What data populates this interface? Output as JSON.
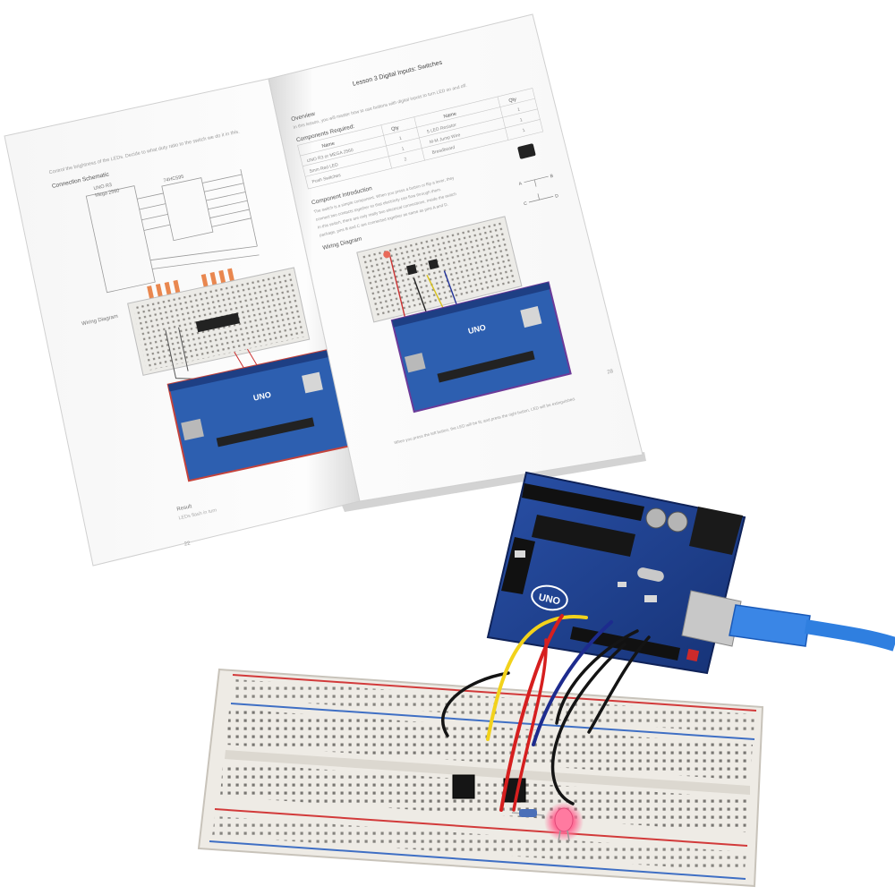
{
  "book": {
    "right_page": {
      "lesson_title": "Lesson 3   Digital Inputs: Switches",
      "overview_heading": "Overview",
      "overview_text": "In this lesson, you will master how to use buttons with digital inputs to turn LED on and off.",
      "components_heading": "Components Required:",
      "table": {
        "headers": [
          "Name",
          "Qty",
          "Name",
          "Qty"
        ],
        "rows": [
          [
            "UNO R3 or MEGA 2560",
            "1",
            "5 LED Resistor",
            "1"
          ],
          [
            "5mm Red LED",
            "1",
            "M-M Jump Wire",
            "1"
          ],
          [
            "Push Switches",
            "2",
            "Breadboard",
            "1"
          ]
        ]
      },
      "intro_heading": "Component Introduction",
      "intro_lines": [
        "The switch is a simple component. When you press a button or flip a lever, they",
        "connect two contacts together so that electricity can flow through them.",
        "In this switch, there are only really two electrical connections. Inside the switch",
        "package, pins B and C are connected together as same as pins A and D."
      ],
      "wiring_heading": "Wiring Diagram",
      "pin_labels": [
        "A",
        "B",
        "C",
        "D"
      ],
      "bottom_text": "When you press the left button, the LED will be lit; and press the right button, LED will be extinguished.",
      "page_number": "28"
    },
    "left_page": {
      "top_text": "Control the brightness of the LEDs. Decide to what duty ratio to the switch we do it in this.",
      "schematic_heading": "Connection Schematic",
      "schematic_label_1": "UNO R3",
      "schematic_label_2": "Mega 2560",
      "chip_label": "74HC595",
      "wiring_heading": "Wiring Diagram",
      "result_heading": "Result",
      "result_text": "LEDs flash in turn",
      "page_number": "22"
    }
  },
  "board_labels": {
    "uno_label": "UNO",
    "left_uno_label": "UNO"
  },
  "colors": {
    "background": "#ffffff",
    "paper": "#fbfbfb",
    "board_blue": "#1e3f8a",
    "breadboard": "#efece6",
    "rail_red": "#d23a3a",
    "rail_blue": "#3f6fc4",
    "wire_yellow": "#f2d21b",
    "wire_red": "#d61f1f",
    "wire_blue": "#1d2b8e",
    "wire_black": "#141414",
    "led_pink": "#ff5a88",
    "usb_cable": "#2f7fe0"
  }
}
